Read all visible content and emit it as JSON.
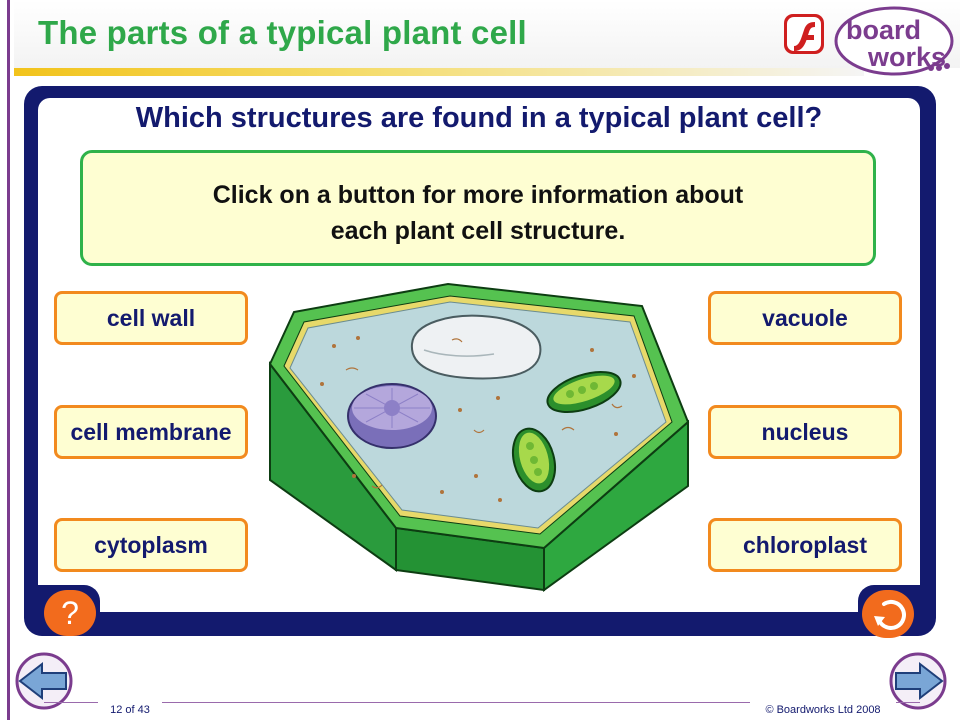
{
  "header": {
    "title": "The parts of a typical plant cell",
    "logo_text_1": "board",
    "logo_text_2": "works"
  },
  "main": {
    "question": "Which structures are found in a typical plant cell?",
    "instruction_line1": "Click on a button for more information about",
    "instruction_line2": "each plant cell structure.",
    "buttons": [
      {
        "label": "cell wall"
      },
      {
        "label": "cell membrane"
      },
      {
        "label": "cytoplasm"
      },
      {
        "label": "vacuole"
      },
      {
        "label": "nucleus"
      },
      {
        "label": "chloroplast"
      }
    ],
    "help_label": "?"
  },
  "footer": {
    "slide_number": "12 of 43",
    "copyright": "© Boardworks Ltd 2008"
  },
  "icons": {
    "help": "question-mark-icon",
    "reset": "reset-arrow-icon",
    "prev": "arrow-left-icon",
    "next": "arrow-right-icon"
  },
  "colors": {
    "title_green": "#2fa84a",
    "frame_navy": "#131a6e",
    "button_border": "#f28a1e",
    "button_fill": "#fefed2",
    "accent_orange": "#f26b1d",
    "logo_purple": "#7b3c8e"
  }
}
